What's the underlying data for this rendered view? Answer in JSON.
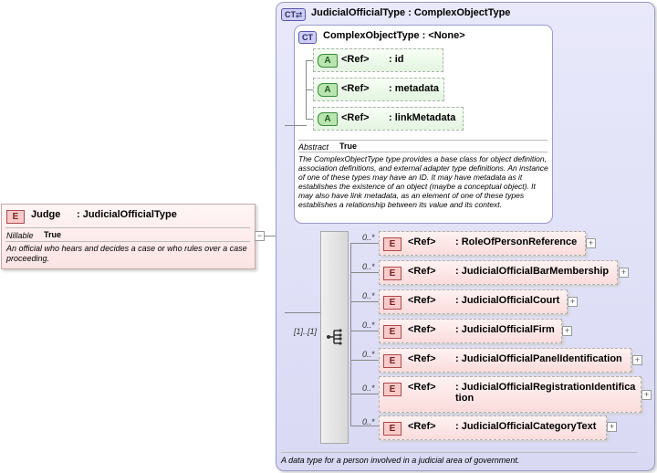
{
  "element": {
    "icon": "E",
    "name": "Judge",
    "type": ": JudicialOfficialType",
    "nillable_label": "Nillable",
    "nillable_value": "True",
    "description": "An official who hears and decides a case or who rules over a case proceeding."
  },
  "complex_type": {
    "icon": "CT",
    "title": "JudicialOfficialType : ComplexObjectType",
    "description": "A data type for a person involved in a judicial area of government.",
    "base": {
      "icon": "CT",
      "title": "ComplexObjectType : <None>",
      "attributes": [
        {
          "icon": "A",
          "ref": "<Ref>",
          "name": ": id"
        },
        {
          "icon": "A",
          "ref": "<Ref>",
          "name": ": metadata"
        },
        {
          "icon": "A",
          "ref": "<Ref>",
          "name": ": linkMetadata"
        }
      ],
      "abstract_label": "Abstract",
      "abstract_value": "True",
      "description": "The ComplexObjectType type provides a base class for object definition, association definitions, and external adapter type definitions. An instance of one of these types may have an ID. It may have metadata as it establishes the existence of an object (maybe a conceptual object). It may also have link metadata, as an element of one of these types establishes a relationship between its value and its context."
    },
    "sequence_cardinality": "[1]..[1]",
    "children": [
      {
        "card": "0..*",
        "icon": "E",
        "ref": "<Ref>",
        "name": ": RoleOfPersonReference"
      },
      {
        "card": "0..*",
        "icon": "E",
        "ref": "<Ref>",
        "name": ": JudicialOfficialBarMembership"
      },
      {
        "card": "0..*",
        "icon": "E",
        "ref": "<Ref>",
        "name": ": JudicialOfficialCourt"
      },
      {
        "card": "0..*",
        "icon": "E",
        "ref": "<Ref>",
        "name": ": JudicialOfficialFirm"
      },
      {
        "card": "0..*",
        "icon": "E",
        "ref": "<Ref>",
        "name": ": JudicialOfficialPanelIdentification"
      },
      {
        "card": "0..*",
        "icon": "E",
        "ref": "<Ref>",
        "name": ": JudicialOfficialRegistrationIdentification"
      },
      {
        "card": "0..*",
        "icon": "E",
        "ref": "<Ref>",
        "name": ": JudicialOfficialCategoryText"
      }
    ]
  }
}
